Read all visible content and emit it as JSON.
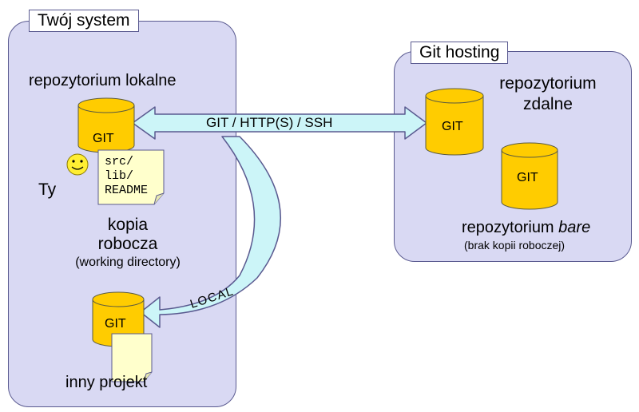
{
  "local_system": {
    "title": "Twój system",
    "local_repo_label": "repozytorium lokalne",
    "user_label": "Ty",
    "working_files": [
      "src/",
      "lib/",
      "README"
    ],
    "working_copy_line1": "kopia",
    "working_copy_line2": "robocza",
    "working_copy_note": "(working directory)",
    "other_project_label": "inny projekt"
  },
  "hosting": {
    "title": "Git hosting",
    "remote_repo_line1": "repozytorium",
    "remote_repo_line2": "zdalne",
    "bare_repo_prefix": "repozytorium ",
    "bare_repo_italic": "bare",
    "bare_repo_note": "(brak kopii roboczej)"
  },
  "repo_label": "GIT",
  "protocols": {
    "network": "GIT / HTTP(S) / SSH",
    "local": "LOCAL"
  },
  "colors": {
    "panel_bg": "#d9d9f3",
    "arrow_fill": "#ccf5f8",
    "cylinder": "#ffcc00",
    "note": "#ffffcc"
  }
}
